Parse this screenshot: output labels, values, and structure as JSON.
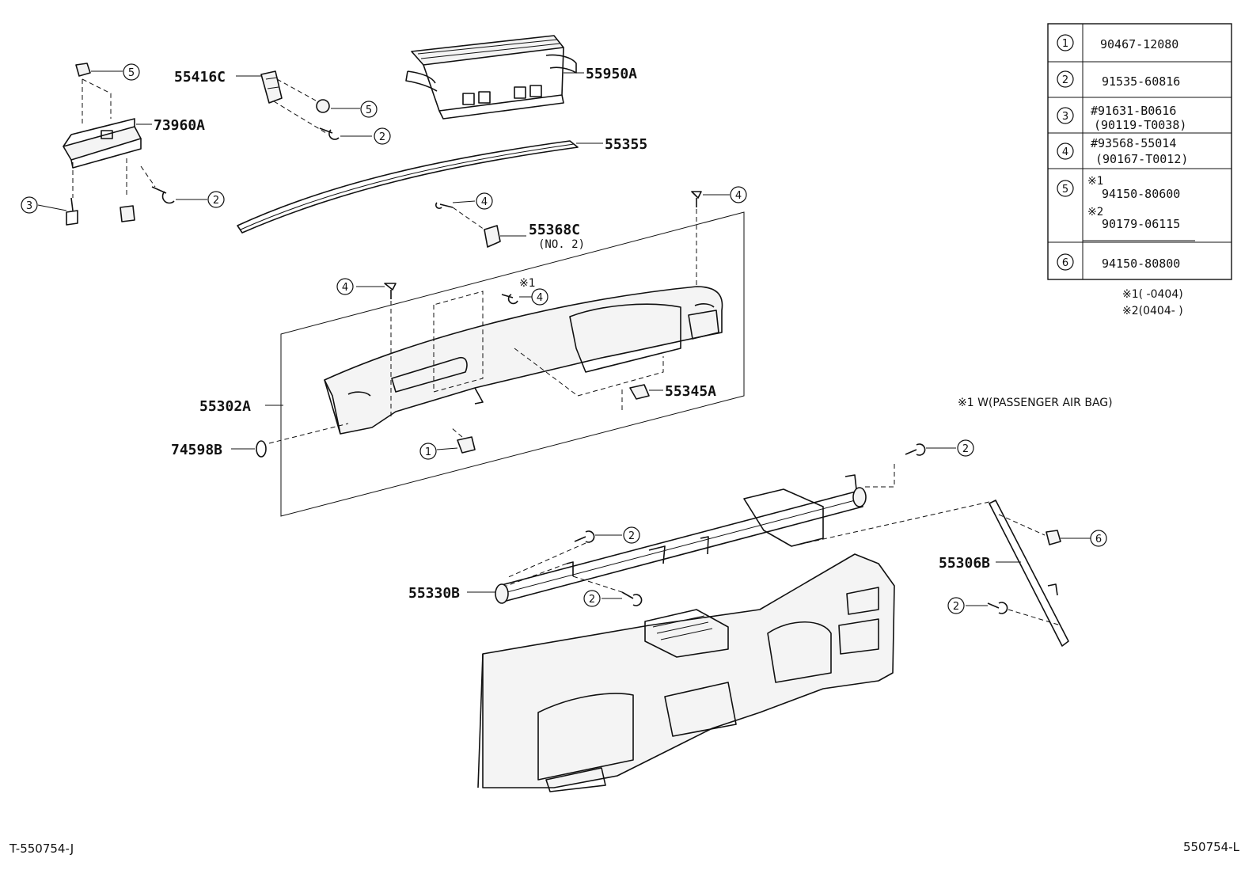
{
  "labels": {
    "p55416C": "55416C",
    "p55950A": "55950A",
    "p73960A": "73960A",
    "p55355": "55355",
    "p55368C": "55368C",
    "p55368C_sub": "(NO. 2)",
    "p55302A": "55302A",
    "p74598B": "74598B",
    "p55345A": "55345A",
    "p55330B": "55330B",
    "p55306B": "55306B",
    "note_mark": "※1",
    "passenger_note": "※1 W(PASSENGER AIR BAG)"
  },
  "callouts": {
    "c1": "1",
    "c2": "2",
    "c3": "3",
    "c4": "4",
    "c5": "5",
    "c6": "6"
  },
  "table": {
    "rows": [
      {
        "num": "1",
        "lines": [
          "90467-12080"
        ]
      },
      {
        "num": "2",
        "lines": [
          "91535-60816"
        ]
      },
      {
        "num": "3",
        "lines": [
          "#91631-B0616",
          "(90119-T0038)"
        ]
      },
      {
        "num": "4",
        "lines": [
          "#93568-55014",
          "(90167-T0012)"
        ]
      },
      {
        "num": "5",
        "lines": [
          "※1",
          "94150-80600",
          "※2",
          "90179-06115"
        ]
      },
      {
        "num": "6",
        "lines": [
          "94150-80800"
        ]
      }
    ],
    "footnote1": "※1(       -0404)",
    "footnote2": "※2(0404-       )"
  },
  "footer": {
    "left": "T-550754-J",
    "right": "550754-L"
  }
}
